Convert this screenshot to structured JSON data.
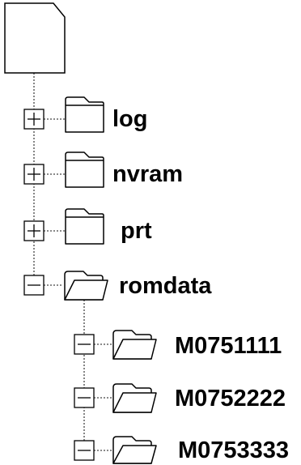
{
  "colors": {
    "line": "#000000",
    "connector": "#444444",
    "fill": "#ffffff",
    "text": "#000000"
  },
  "root": {
    "icon": "document-icon"
  },
  "tree": {
    "nodes": [
      {
        "label": "log",
        "toggle": "+",
        "icon": "folder-closed-icon"
      },
      {
        "label": "nvram",
        "toggle": "+",
        "icon": "folder-closed-icon"
      },
      {
        "label": "prt",
        "toggle": "+",
        "icon": "folder-closed-icon"
      },
      {
        "label": "romdata",
        "toggle": "−",
        "icon": "folder-open-icon",
        "children": [
          {
            "label": "M0751111",
            "toggle": "−",
            "icon": "folder-open-icon"
          },
          {
            "label": "M0752222",
            "toggle": "−",
            "icon": "folder-open-icon"
          },
          {
            "label": "M0753333",
            "toggle": "−",
            "icon": "folder-open-icon"
          }
        ]
      }
    ]
  }
}
